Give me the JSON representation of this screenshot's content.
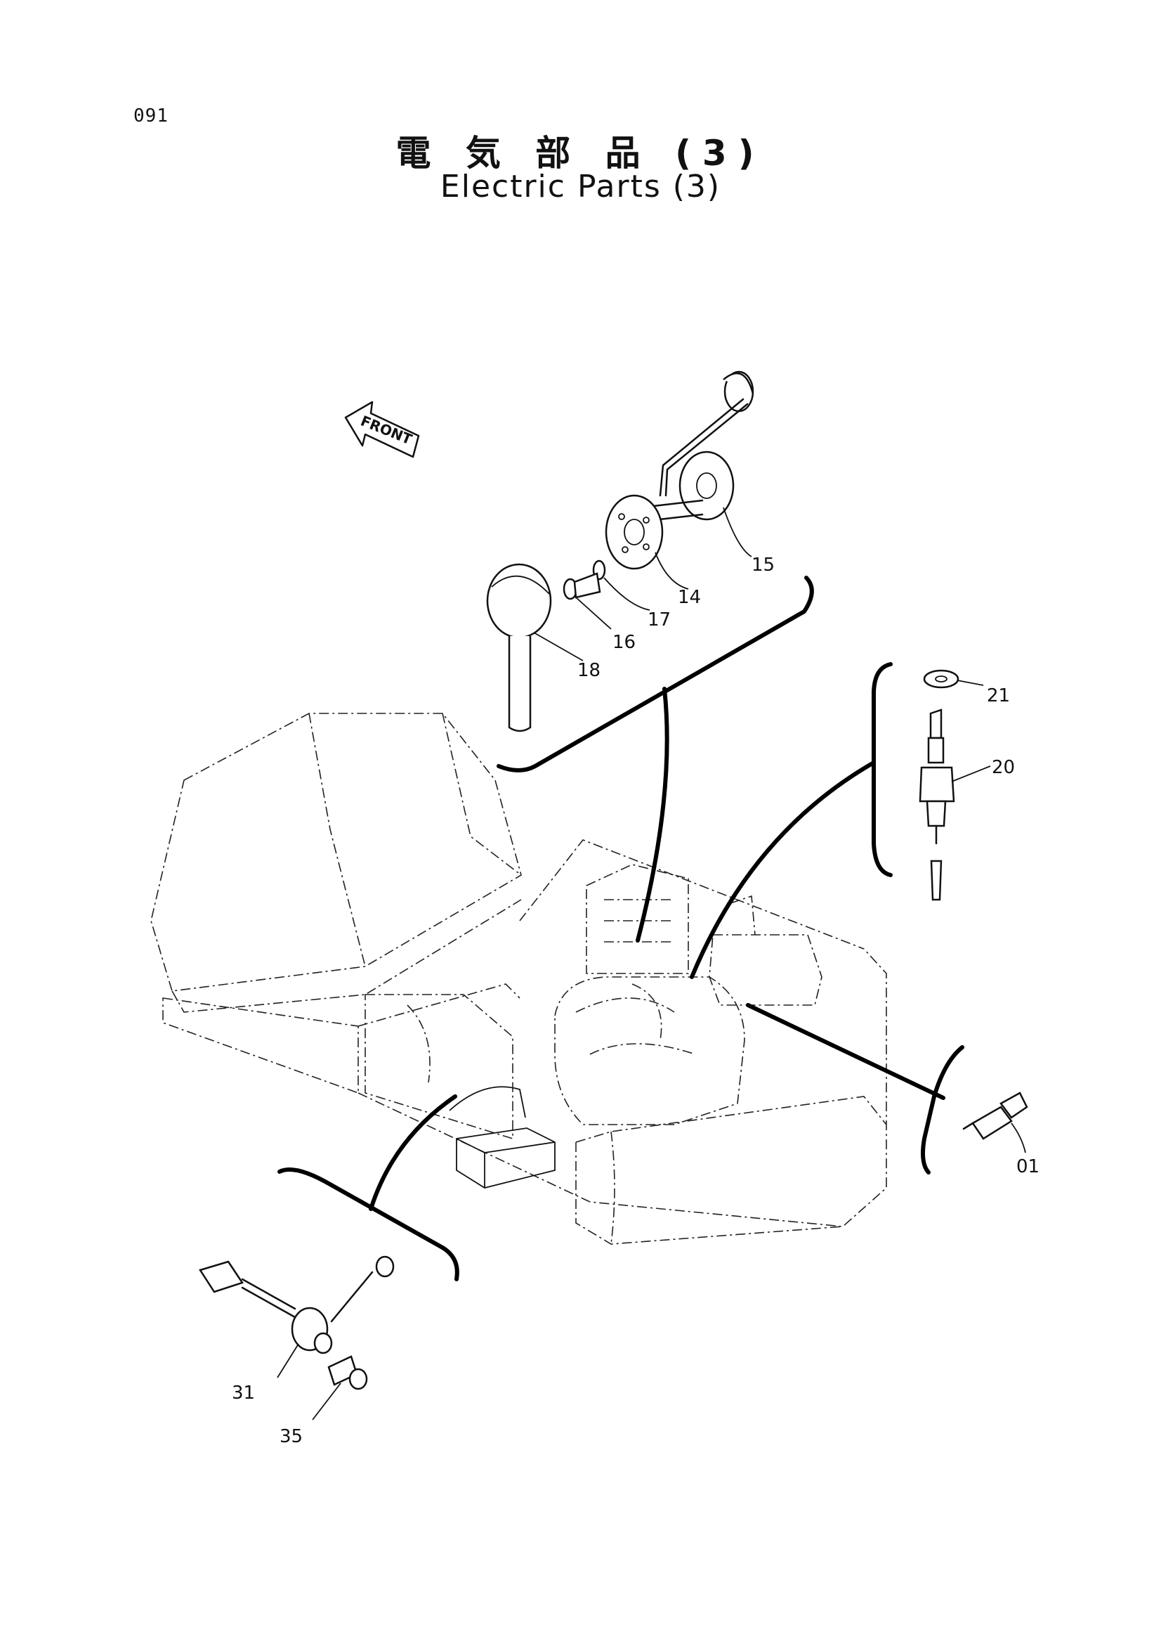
{
  "page": {
    "number": "091"
  },
  "title": {
    "japanese": "電 気 部 品 (3)",
    "english": "Electric Parts (3)"
  },
  "direction_marker": {
    "label": "FRONT"
  },
  "callouts": {
    "c15": "15",
    "c14": "14",
    "c17": "17",
    "c16": "16",
    "c18": "18",
    "c21": "21",
    "c20": "20",
    "c01": "01",
    "c31": "31",
    "c35": "35"
  }
}
